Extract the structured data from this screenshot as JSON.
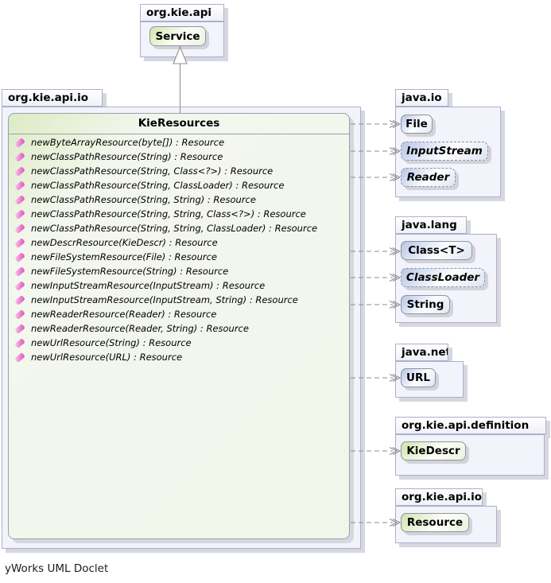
{
  "footer_label": "yWorks UML Doclet",
  "colors": {
    "package_fill": "#f2f3fb",
    "package_border": "#aab1cc",
    "class_blue_gradient_start": "#b7c7e7",
    "interface_green_gradient_start": "#cfe5ae",
    "method_icon_pink": "#ee8fd4",
    "edge_gray": "#8c8c8c",
    "shadow_gray": "#d6d7e0"
  },
  "top_package": {
    "label": "org.kie.api",
    "classes": [
      {
        "name": "Service",
        "kind": "interface"
      }
    ]
  },
  "main_package": {
    "label": "org.kie.api.io",
    "interface": {
      "name": "KieResources",
      "methods": [
        "newByteArrayResource(byte[]) : Resource",
        "newClassPathResource(String) : Resource",
        "newClassPathResource(String, Class<?>) : Resource",
        "newClassPathResource(String, ClassLoader) : Resource",
        "newClassPathResource(String, String) : Resource",
        "newClassPathResource(String, String, Class<?>) : Resource",
        "newClassPathResource(String, String, ClassLoader) : Resource",
        "newDescrResource(KieDescr) : Resource",
        "newFileSystemResource(File) : Resource",
        "newFileSystemResource(String) : Resource",
        "newInputStreamResource(InputStream) : Resource",
        "newInputStreamResource(InputStream, String) : Resource",
        "newReaderResource(Reader) : Resource",
        "newReaderResource(Reader, String) : Resource",
        "newUrlResource(String) : Resource",
        "newUrlResource(URL) : Resource"
      ]
    }
  },
  "right_packages": [
    {
      "label": "java.io",
      "classes": [
        {
          "name": "File",
          "kind": "class"
        },
        {
          "name": "InputStream",
          "kind": "abstract-class"
        },
        {
          "name": "Reader",
          "kind": "abstract-class"
        }
      ]
    },
    {
      "label": "java.lang",
      "classes": [
        {
          "name": "Class<T>",
          "kind": "class"
        },
        {
          "name": "ClassLoader",
          "kind": "abstract-class"
        },
        {
          "name": "String",
          "kind": "class"
        }
      ]
    },
    {
      "label": "java.net",
      "classes": [
        {
          "name": "URL",
          "kind": "class"
        }
      ]
    },
    {
      "label": "org.kie.api.definition",
      "classes": [
        {
          "name": "KieDescr",
          "kind": "interface"
        }
      ]
    },
    {
      "label": "org.kie.api.io",
      "classes": [
        {
          "name": "Resource",
          "kind": "interface"
        }
      ]
    }
  ],
  "relationships": {
    "generalization": [
      {
        "from": "KieResources",
        "to": "Service"
      }
    ],
    "dependencies": [
      {
        "from": "KieResources",
        "to": "File"
      },
      {
        "from": "KieResources",
        "to": "InputStream"
      },
      {
        "from": "KieResources",
        "to": "Reader"
      },
      {
        "from": "KieResources",
        "to": "Class<T>"
      },
      {
        "from": "KieResources",
        "to": "ClassLoader"
      },
      {
        "from": "KieResources",
        "to": "String"
      },
      {
        "from": "KieResources",
        "to": "URL"
      },
      {
        "from": "KieResources",
        "to": "KieDescr"
      },
      {
        "from": "KieResources",
        "to": "Resource"
      }
    ]
  }
}
